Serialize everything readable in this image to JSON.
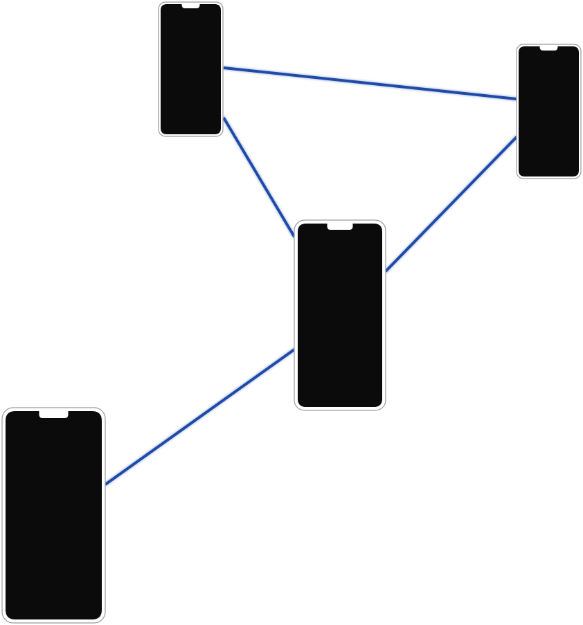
{
  "diagram": {
    "type": "network",
    "colors": {
      "background": "#ffffff",
      "link": "#1f4aa8",
      "link_glow": "#9fb3d8",
      "phone_body": "#0b0b0b",
      "phone_bezel": "#ffffff",
      "phone_outline": "#9a9a9a"
    },
    "nodes": [
      {
        "id": "phone-top-left",
        "icon": "smartphone-icon"
      },
      {
        "id": "phone-top-right",
        "icon": "smartphone-icon"
      },
      {
        "id": "phone-center",
        "icon": "smartphone-icon"
      },
      {
        "id": "phone-bottom-left",
        "icon": "smartphone-icon"
      }
    ],
    "links": [
      {
        "from": "phone-top-left",
        "to": "phone-top-right"
      },
      {
        "from": "phone-top-left",
        "to": "phone-center"
      },
      {
        "from": "phone-top-right",
        "to": "phone-center"
      },
      {
        "from": "phone-center",
        "to": "phone-bottom-left"
      }
    ]
  }
}
